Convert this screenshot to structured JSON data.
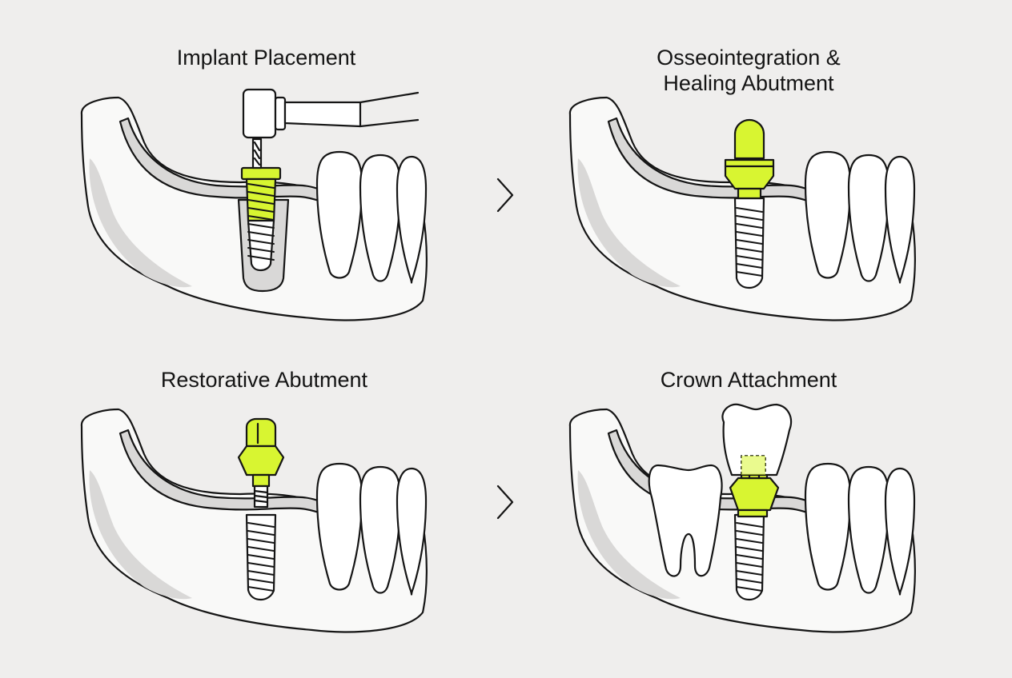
{
  "colors": {
    "background": "#efeeed",
    "accent": "#d8f531",
    "line": "#151515",
    "fill": "#ffffff",
    "shade": "#d9d8d7"
  },
  "panels": [
    {
      "title_lines": [
        "Implant Placement"
      ],
      "icon": "dental-drill-icon"
    },
    {
      "title_lines": [
        "Osseointegration &",
        "Healing Abutment"
      ],
      "icon": "healing-abutment-icon"
    },
    {
      "title_lines": [
        "Restorative Abutment"
      ],
      "icon": "abutment-icon"
    },
    {
      "title_lines": [
        "Crown Attachment"
      ],
      "icon": "crown-icon"
    }
  ],
  "arrows": [
    "chevron-right-icon",
    "chevron-right-icon"
  ]
}
